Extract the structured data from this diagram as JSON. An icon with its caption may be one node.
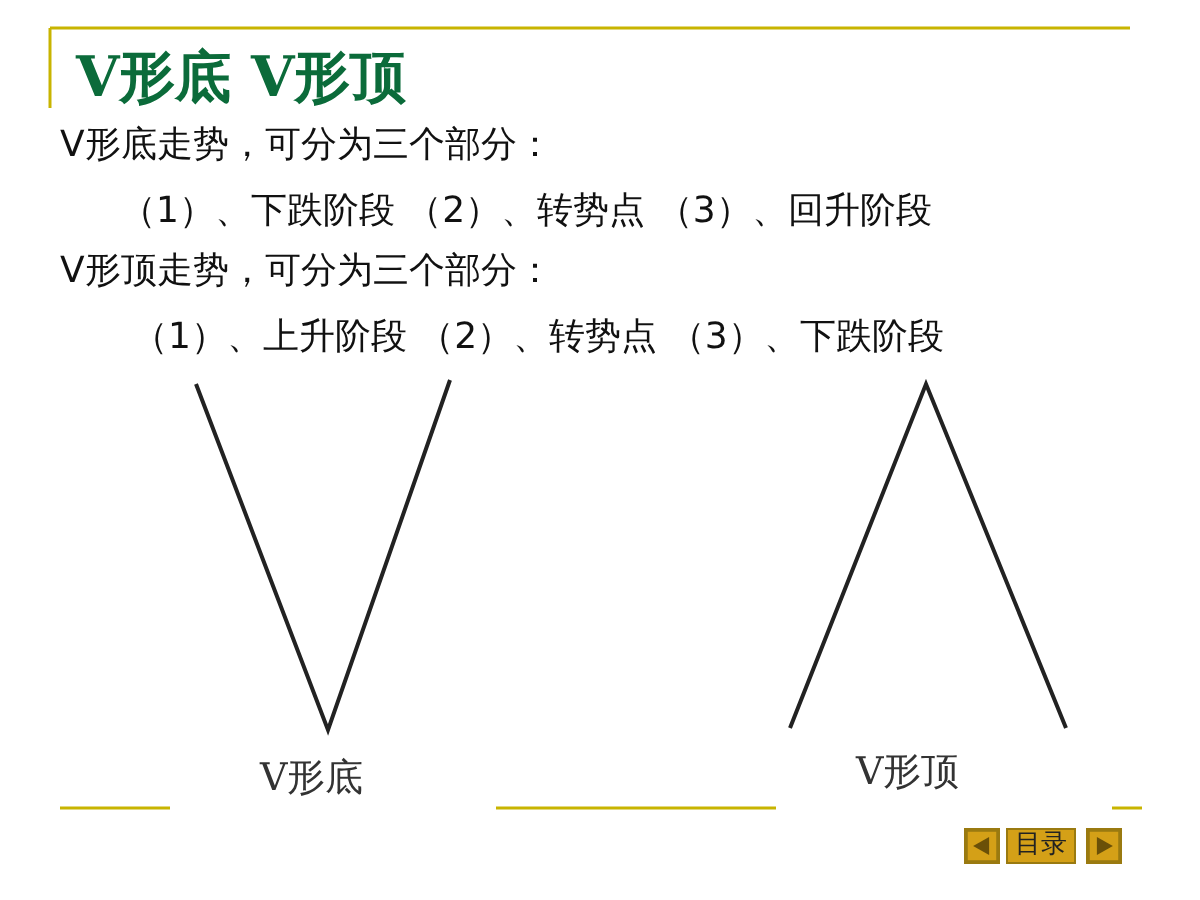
{
  "diagram": {
    "title": "V形底 V形顶",
    "labels": [
      "V形底走势，可分为三个部分：",
      "（1）、下跌阶段 （2）、转势点 （3）、回升阶段",
      "V形顶走势，可分为三个部分：",
      "（1）、上升阶段 （2）、转势点 （3）、下跌阶段",
      "V形底",
      "V形顶",
      "目录"
    ]
  }
}
